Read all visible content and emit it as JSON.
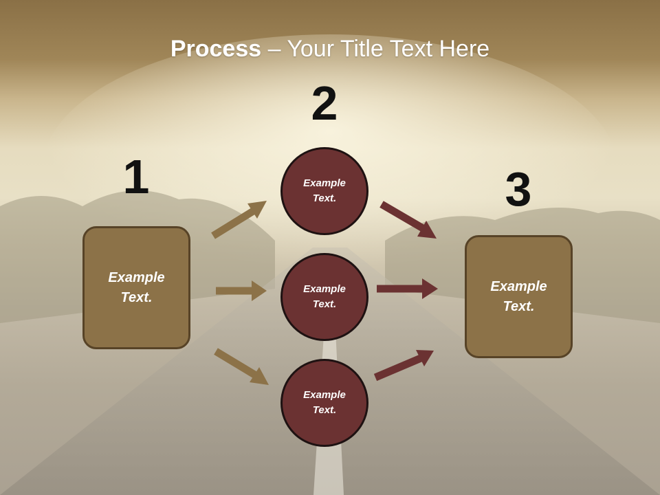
{
  "title": {
    "bold": "Process",
    "rest": " – Your Title Text Here"
  },
  "steps": [
    {
      "number": "1",
      "label": "Example\nText."
    },
    {
      "number": "2",
      "label": "Example\nText."
    },
    {
      "number": "3",
      "label": "Example\nText."
    }
  ],
  "circles": [
    {
      "label": "Example\nText."
    },
    {
      "label": "Example\nText."
    },
    {
      "label": "Example\nText."
    }
  ],
  "colors": {
    "box_fill": "#8c7248",
    "box_border": "#574327",
    "circle_fill": "#6b3232",
    "circle_border": "#1e1212",
    "arrow_tan": "#8c7248",
    "arrow_maroon": "#6b3232"
  }
}
